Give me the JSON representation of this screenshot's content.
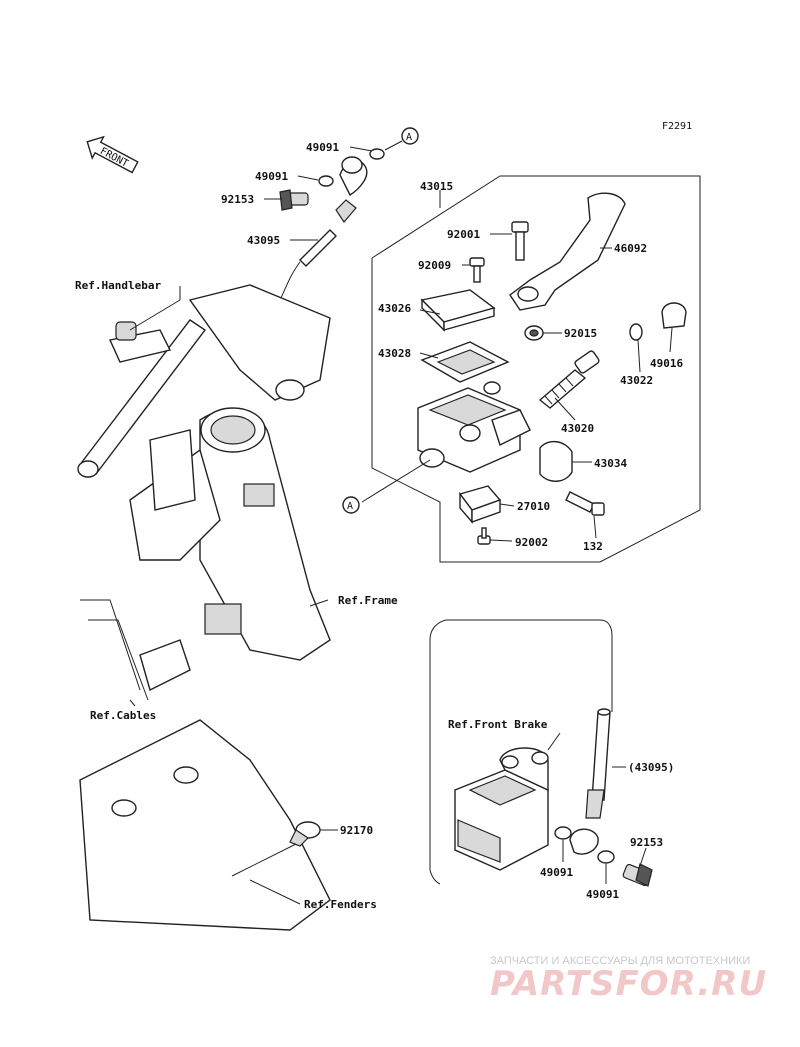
{
  "diagram_code": "F2291",
  "front_label": "FRONT",
  "callouts": {
    "c49091a": "49091",
    "c49091b": "49091",
    "c92153a": "92153",
    "c43095": "43095",
    "c43015": "43015",
    "c92001": "92001",
    "c46092": "46092",
    "c92009": "92009",
    "c43026": "43026",
    "c92015": "92015",
    "c43028": "43028",
    "c49016": "49016",
    "c43022": "43022",
    "c43020": "43020",
    "c43034": "43034",
    "c27010": "27010",
    "c92002": "92002",
    "c132": "132",
    "c43095b": "(43095)",
    "c92153b": "92153",
    "c49091c": "49091",
    "c49091d": "49091",
    "c92170": "92170"
  },
  "refs": {
    "handlebar": "Ref.Handlebar",
    "frame": "Ref.Frame",
    "cables": "Ref.Cables",
    "front_brake": "Ref.Front Brake",
    "fenders": "Ref.Fenders"
  },
  "connectors": {
    "a1": "A",
    "a2": "A"
  },
  "watermark": {
    "tagline": "ЗАПЧАСТИ И АКСЕССУАРЫ ДЛЯ МОТОТЕХНИКИ",
    "brand": "PARTSFOR.RU"
  }
}
